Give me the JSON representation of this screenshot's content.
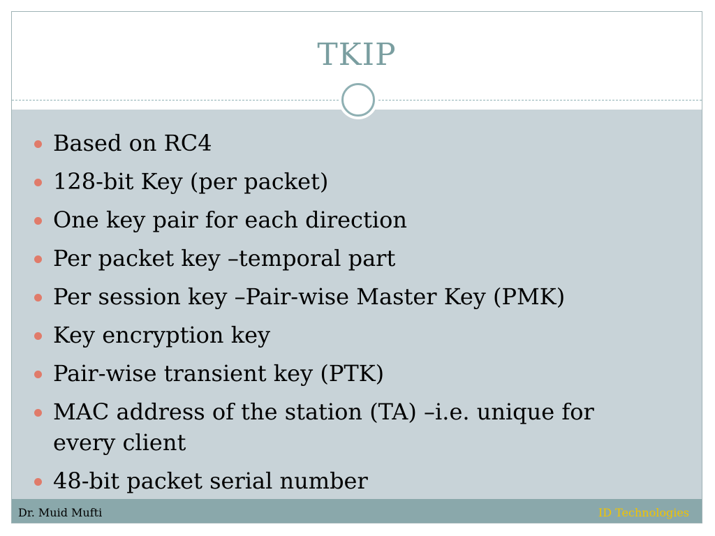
{
  "slide": {
    "title": "TKIP",
    "bullets": [
      "Based on RC4",
      "128-bit Key (per packet)",
      "One key pair for each direction",
      "Per packet key –temporal part",
      "Per session key –Pair-wise Master Key (PMK)",
      "Key encryption key",
      "Pair-wise transient key (PTK)",
      "MAC address of the station (TA) –i.e. unique for every client",
      "48-bit packet serial number"
    ]
  },
  "footer": {
    "author": "Dr. Muid Mufti",
    "organization": "ID Technologies"
  },
  "colors": {
    "title": "#7a9ea0",
    "content_background": "#c8d3d8",
    "bullet": "#e07b6a",
    "footer_background": "#8aa8ab",
    "footer_right_text": "#f2c400"
  }
}
